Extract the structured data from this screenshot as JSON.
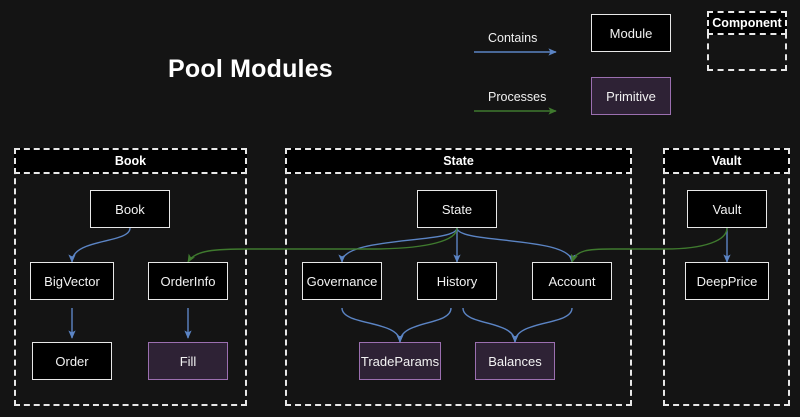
{
  "page": {
    "title": "Pool Modules",
    "background_color": "#141414"
  },
  "colors": {
    "contains_arrow": "#5b84c4",
    "processes_arrow": "#3f7a2e",
    "module_fill": "#000000",
    "module_border": "#e8e8e8",
    "primitive_fill": "#2e2235",
    "primitive_border": "#9b6fb0",
    "group_border": "#e8e8e8",
    "text": "#f2f2f2"
  },
  "legend": {
    "contains_label": "Contains",
    "processes_label": "Processes",
    "module_label": "Module",
    "primitive_label": "Primitive",
    "component_label": "Component"
  },
  "groups": [
    {
      "id": "book",
      "label": "Book"
    },
    {
      "id": "state",
      "label": "State"
    },
    {
      "id": "vault",
      "label": "Vault"
    }
  ],
  "nodes": {
    "book": {
      "label": "Book",
      "type": "module",
      "group": "book"
    },
    "bigvector": {
      "label": "BigVector",
      "type": "module",
      "group": "book"
    },
    "orderinfo": {
      "label": "OrderInfo",
      "type": "module",
      "group": "book"
    },
    "order": {
      "label": "Order",
      "type": "module",
      "group": "book"
    },
    "fill": {
      "label": "Fill",
      "type": "primitive",
      "group": "book"
    },
    "state": {
      "label": "State",
      "type": "module",
      "group": "state"
    },
    "governance": {
      "label": "Governance",
      "type": "module",
      "group": "state"
    },
    "history": {
      "label": "History",
      "type": "module",
      "group": "state"
    },
    "account": {
      "label": "Account",
      "type": "module",
      "group": "state"
    },
    "tradeparams": {
      "label": "TradeParams",
      "type": "primitive",
      "group": "state"
    },
    "balances": {
      "label": "Balances",
      "type": "primitive",
      "group": "state"
    },
    "vault": {
      "label": "Vault",
      "type": "module",
      "group": "vault"
    },
    "deepprice": {
      "label": "DeepPrice",
      "type": "module",
      "group": "vault"
    }
  },
  "edges": [
    {
      "from": "book",
      "to": "bigvector",
      "kind": "contains"
    },
    {
      "from": "bigvector",
      "to": "order",
      "kind": "contains"
    },
    {
      "from": "orderinfo",
      "to": "fill",
      "kind": "contains"
    },
    {
      "from": "state",
      "to": "governance",
      "kind": "contains"
    },
    {
      "from": "state",
      "to": "history",
      "kind": "contains"
    },
    {
      "from": "state",
      "to": "account",
      "kind": "contains"
    },
    {
      "from": "governance",
      "to": "tradeparams",
      "kind": "contains"
    },
    {
      "from": "history",
      "to": "tradeparams",
      "kind": "contains"
    },
    {
      "from": "history",
      "to": "balances",
      "kind": "contains"
    },
    {
      "from": "account",
      "to": "balances",
      "kind": "contains"
    },
    {
      "from": "vault",
      "to": "deepprice",
      "kind": "contains"
    },
    {
      "from": "state",
      "to": "orderinfo",
      "kind": "processes"
    },
    {
      "from": "vault",
      "to": "account",
      "kind": "processes"
    }
  ]
}
